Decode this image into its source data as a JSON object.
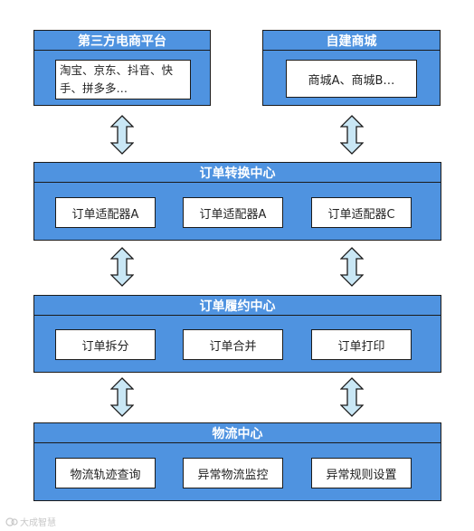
{
  "third_party": {
    "title": "第三方电商平台",
    "platforms": "淘宝、京东、抖音、快手、拼多多…"
  },
  "self_built": {
    "title": "自建商城",
    "malls": "商城A、商城B…"
  },
  "order_conversion": {
    "title": "订单转换中心",
    "items": [
      "订单适配器A",
      "订单适配器A",
      "订单适配器C"
    ]
  },
  "order_fulfillment": {
    "title": "订单履约中心",
    "items": [
      "订单拆分",
      "订单合并",
      "订单打印"
    ]
  },
  "logistics": {
    "title": "物流中心",
    "items": [
      "物流轨迹查询",
      "异常物流监控",
      "异常规则设置"
    ]
  },
  "watermark": "大成智慧",
  "colors": {
    "panel": "#4f93e0",
    "arrow_fill": "#c9e7f5",
    "border": "#1b1b1b"
  }
}
